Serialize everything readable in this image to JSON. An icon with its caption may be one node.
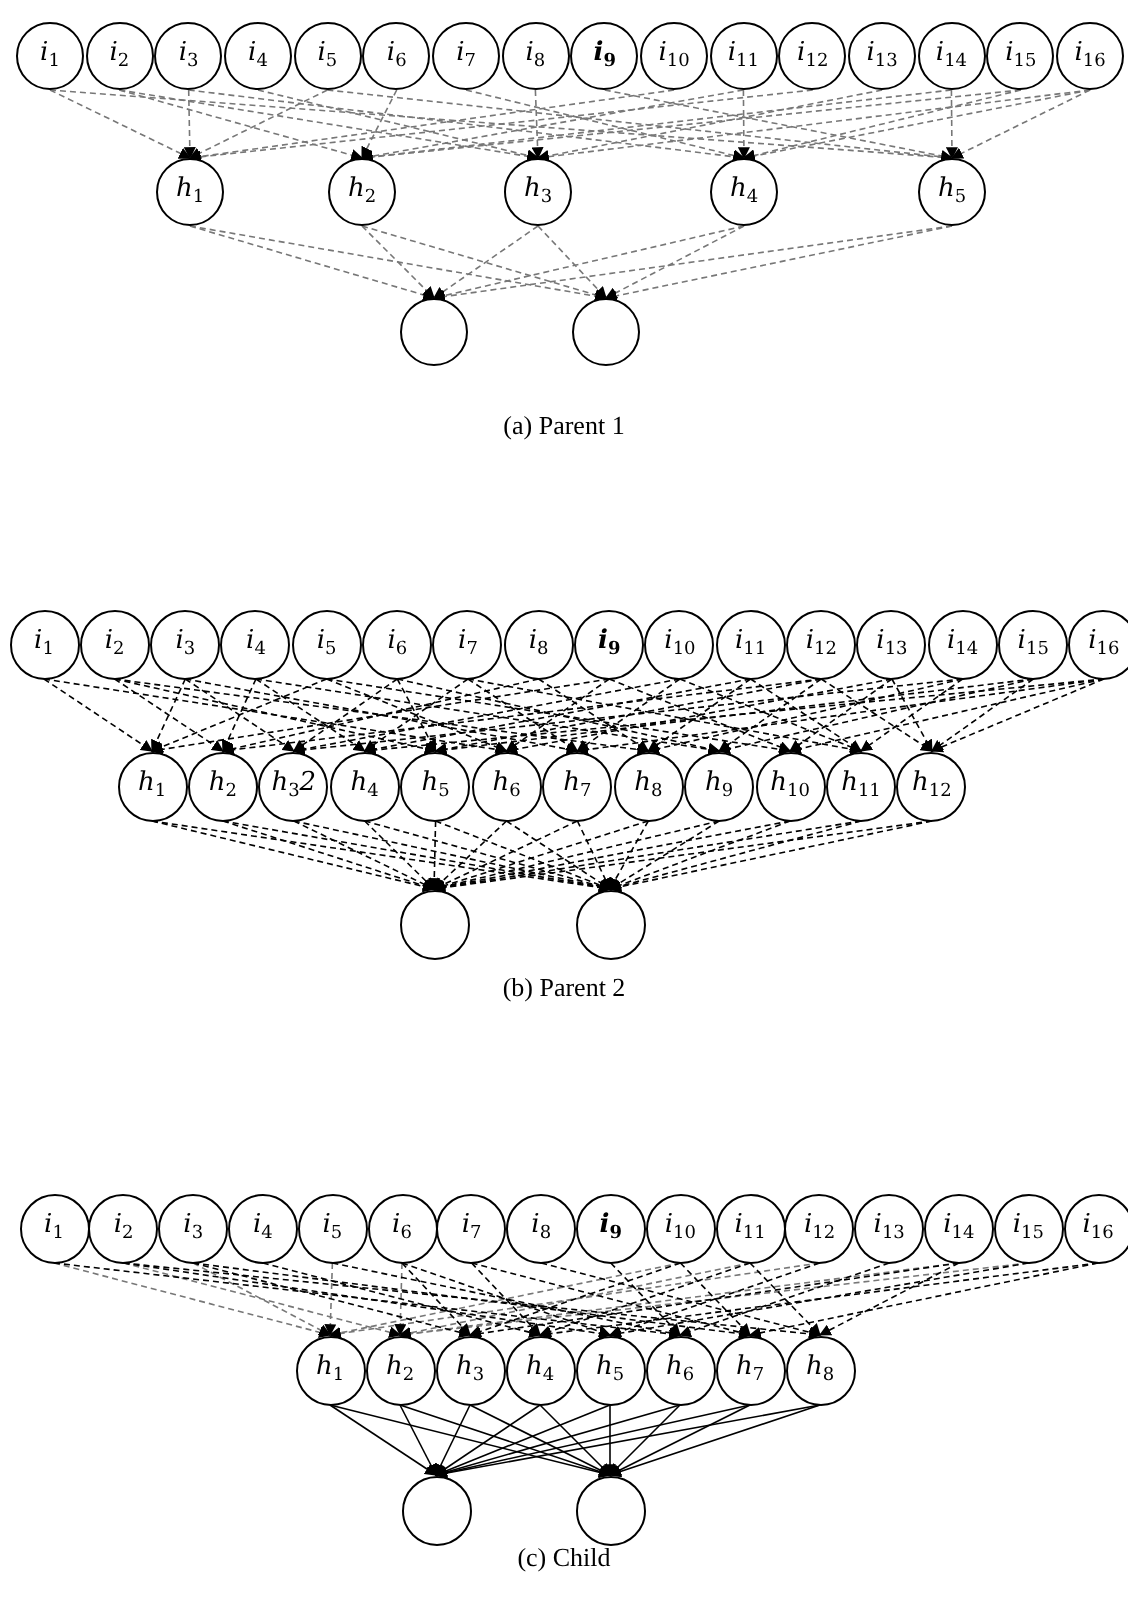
{
  "diagram": {
    "nodes": [
      {
        "text": [
          "i$_{1}$"
        ]
      },
      {
        "text": [
          "i$_{2}$"
        ]
      },
      {
        "text": [
          "i$_{3}$"
        ]
      },
      {
        "text": [
          "i$_{4}$"
        ]
      },
      {
        "text": [
          "i$_{5}$"
        ]
      },
      {
        "text": [
          "i$_{6}$"
        ]
      },
      {
        "text": [
          "i$_{7}$"
        ]
      },
      {
        "text": [
          "i$_{8}$"
        ]
      },
      {
        "text": [
          "**i$_{9}$**"
        ]
      },
      {
        "text": [
          "i$_{10}$"
        ]
      },
      {
        "text": [
          "i$_{11}$"
        ]
      },
      {
        "text": [
          "i$_{12}$"
        ]
      },
      {
        "text": [
          "i$_{13}$"
        ]
      },
      {
        "text": [
          "i$_{14}$"
        ]
      },
      {
        "text": [
          "i$_{15}$"
        ]
      },
      {
        "text": [
          "i$_{16}$"
        ]
      },
      {
        "text": [
          "h$_{1}$"
        ]
      },
      {
        "text": [
          "h$_{2}$"
        ]
      },
      {
        "text": [
          "h$_{3}$"
        ]
      },
      {
        "text": [
          "h$_{4}$"
        ]
      },
      {
        "text": [
          "h$_{5}$"
        ]
      },
      {
        "text": [],
        "shape": "circle"
      },
      {
        "text": [],
        "shape": "circle"
      },
      {
        "text": [
          "i$_{1}$"
        ]
      },
      {
        "text": [
          "i$_{2}$"
        ]
      },
      {
        "text": [
          "i$_{3}$"
        ]
      },
      {
        "text": [
          "i$_{4}$"
        ]
      },
      {
        "text": [
          "i$_{5}$"
        ]
      },
      {
        "text": [
          "i$_{6}$"
        ]
      },
      {
        "text": [
          "i$_{7}$"
        ]
      },
      {
        "text": [
          "i$_{8}$"
        ]
      },
      {
        "text": [
          "**i$_{9}$**"
        ]
      },
      {
        "text": [
          "i$_{10}$"
        ]
      },
      {
        "text": [
          "i$_{11}$"
        ]
      },
      {
        "text": [
          "i$_{12}$"
        ]
      },
      {
        "text": [
          "i$_{13}$"
        ]
      },
      {
        "text": [
          "i$_{14}$"
        ]
      },
      {
        "text": [
          "i$_{15}$"
        ]
      },
      {
        "text": [
          "i$_{16}$"
        ]
      },
      {
        "text": [
          "h$_{1}$"
        ]
      },
      {
        "text": [
          "h$_{2}$"
        ]
      },
      {
        "text": [
          "h$_{3}$2"
        ]
      },
      {
        "text": [
          "h$_{4}$"
        ]
      },
      {
        "text": [
          "h$_{5}$"
        ]
      },
      {
        "text": [
          "h$_{6}$"
        ]
      },
      {
        "text": [
          "h$_{7}$"
        ]
      },
      {
        "text": [
          "h$_{8}$"
        ]
      },
      {
        "text": [
          "h$_{9}$"
        ]
      },
      {
        "text": [
          "h$_{10}$"
        ]
      },
      {
        "text": [
          "h$_{11}$"
        ]
      },
      {
        "text": [
          "h$_{12}$"
        ]
      },
      {
        "text": [],
        "shape": "circle"
      },
      {
        "text": [],
        "shape": "circle"
      },
      {
        "text": [
          "i$_{1}$"
        ]
      },
      {
        "text": [
          "i$_{2}$"
        ]
      },
      {
        "text": [
          "i$_{3}$"
        ]
      },
      {
        "text": [
          "i$_{4}$"
        ]
      },
      {
        "text": [
          "i$_{5}$"
        ]
      },
      {
        "text": [
          "i$_{6}$"
        ]
      },
      {
        "text": [
          "i$_{7}$"
        ]
      },
      {
        "text": [
          "i$_{8}$"
        ]
      },
      {
        "text": [
          "**i$_{9}$**"
        ]
      },
      {
        "text": [
          "i$_{10}$"
        ]
      },
      {
        "text": [
          "i$_{11}$"
        ]
      },
      {
        "text": [
          "i$_{12}$"
        ]
      },
      {
        "text": [
          "i$_{13}$"
        ]
      },
      {
        "text": [
          "i$_{14}$"
        ]
      },
      {
        "text": [
          "i$_{15}$"
        ]
      },
      {
        "text": [
          "i$_{16}$"
        ]
      },
      {
        "text": [
          "h$_{1}$"
        ]
      },
      {
        "text": [
          "h$_{2}$"
        ]
      },
      {
        "text": [
          "h$_{3}$"
        ]
      },
      {
        "text": [
          "h$_{4}$"
        ]
      },
      {
        "text": [
          "h$_{5}$"
        ]
      },
      {
        "text": [
          "h$_{6}$"
        ]
      },
      {
        "text": [
          "h$_{7}$"
        ]
      },
      {
        "text": [
          "h$_{8}$"
        ]
      },
      {
        "text": [],
        "shape": "circle"
      },
      {
        "text": [],
        "shape": "circle"
      }
    ],
    "edges": [
      {
        "from": 0,
        "to": 16,
        "arrow": "to",
        "style": "dashed",
        "color": "#777777"
      },
      {
        "from": 2,
        "to": 16,
        "arrow": "to",
        "style": "dashed",
        "color": "#777777"
      },
      {
        "from": 4,
        "to": 16,
        "arrow": "to",
        "style": "dashed",
        "color": "#777777"
      },
      {
        "from": 9,
        "to": 16,
        "arrow": "to",
        "style": "dashed",
        "color": "#777777"
      },
      {
        "from": 11,
        "to": 16,
        "arrow": "to",
        "style": "dashed",
        "color": "#777777"
      },
      {
        "from": 1,
        "to": 17,
        "arrow": "to",
        "style": "dashed",
        "color": "#777777"
      },
      {
        "from": 5,
        "to": 17,
        "arrow": "to",
        "style": "dashed",
        "color": "#777777"
      },
      {
        "from": 10,
        "to": 17,
        "arrow": "to",
        "style": "dashed",
        "color": "#777777"
      },
      {
        "from": 13,
        "to": 17,
        "arrow": "to",
        "style": "dashed",
        "color": "#777777"
      },
      {
        "from": 14,
        "to": 17,
        "arrow": "to",
        "style": "dashed",
        "color": "#777777"
      },
      {
        "from": 1,
        "to": 18,
        "arrow": "to",
        "style": "dashed",
        "color": "#777777"
      },
      {
        "from": 3,
        "to": 18,
        "arrow": "to",
        "style": "dashed",
        "color": "#777777"
      },
      {
        "from": 7,
        "to": 18,
        "arrow": "to",
        "style": "dashed",
        "color": "#777777"
      },
      {
        "from": 12,
        "to": 18,
        "arrow": "to",
        "style": "dashed",
        "color": "#777777"
      },
      {
        "from": 15,
        "to": 18,
        "arrow": "to",
        "style": "dashed",
        "color": "#777777"
      },
      {
        "from": 2,
        "to": 19,
        "arrow": "to",
        "style": "dashed",
        "color": "#777777"
      },
      {
        "from": 6,
        "to": 19,
        "arrow": "to",
        "style": "dashed",
        "color": "#777777"
      },
      {
        "from": 10,
        "to": 19,
        "arrow": "to",
        "style": "dashed",
        "color": "#777777"
      },
      {
        "from": 14,
        "to": 19,
        "arrow": "to",
        "style": "dashed",
        "color": "#777777"
      },
      {
        "from": 15,
        "to": 19,
        "arrow": "to",
        "style": "dashed",
        "color": "#777777"
      },
      {
        "from": 0,
        "to": 20,
        "arrow": "to",
        "style": "dashed",
        "color": "#777777"
      },
      {
        "from": 4,
        "to": 20,
        "arrow": "to",
        "style": "dashed",
        "color": "#777777"
      },
      {
        "from": 8,
        "to": 20,
        "arrow": "to",
        "style": "dashed",
        "color": "#777777"
      },
      {
        "from": 13,
        "to": 20,
        "arrow": "to",
        "style": "dashed",
        "color": "#777777"
      },
      {
        "from": 15,
        "to": 20,
        "arrow": "to",
        "style": "dashed",
        "color": "#777777"
      },
      {
        "from": 16,
        "to": 21,
        "arrow": "to",
        "style": "dashed",
        "color": "#777777"
      },
      {
        "from": 16,
        "to": 22,
        "arrow": "to",
        "style": "dashed",
        "color": "#777777"
      },
      {
        "from": 17,
        "to": 21,
        "arrow": "to",
        "style": "dashed",
        "color": "#777777"
      },
      {
        "from": 17,
        "to": 22,
        "arrow": "to",
        "style": "dashed",
        "color": "#777777"
      },
      {
        "from": 18,
        "to": 21,
        "arrow": "to",
        "style": "dashed",
        "color": "#777777"
      },
      {
        "from": 18,
        "to": 22,
        "arrow": "to",
        "style": "dashed",
        "color": "#777777"
      },
      {
        "from": 19,
        "to": 21,
        "arrow": "to",
        "style": "dashed",
        "color": "#777777"
      },
      {
        "from": 19,
        "to": 22,
        "arrow": "to",
        "style": "dashed",
        "color": "#777777"
      },
      {
        "from": 20,
        "to": 21,
        "arrow": "to",
        "style": "dashed",
        "color": "#777777"
      },
      {
        "from": 20,
        "to": 22,
        "arrow": "to",
        "style": "dashed",
        "color": "#777777"
      },
      {
        "from": 23,
        "to": 39,
        "arrow": "to",
        "style": "dashed"
      },
      {
        "from": 25,
        "to": 39,
        "arrow": "to",
        "style": "dashed"
      },
      {
        "from": 27,
        "to": 39,
        "arrow": "to",
        "style": "dashed"
      },
      {
        "from": 31,
        "to": 39,
        "arrow": "to",
        "style": "dashed"
      },
      {
        "from": 24,
        "to": 40,
        "arrow": "to",
        "style": "dashed"
      },
      {
        "from": 26,
        "to": 40,
        "arrow": "to",
        "style": "dashed"
      },
      {
        "from": 30,
        "to": 40,
        "arrow": "to",
        "style": "dashed"
      },
      {
        "from": 34,
        "to": 40,
        "arrow": "to",
        "style": "dashed"
      },
      {
        "from": 25,
        "to": 41,
        "arrow": "to",
        "style": "dashed"
      },
      {
        "from": 28,
        "to": 41,
        "arrow": "to",
        "style": "dashed"
      },
      {
        "from": 32,
        "to": 41,
        "arrow": "to",
        "style": "dashed"
      },
      {
        "from": 36,
        "to": 41,
        "arrow": "to",
        "style": "dashed"
      },
      {
        "from": 26,
        "to": 42,
        "arrow": "to",
        "style": "dashed"
      },
      {
        "from": 29,
        "to": 42,
        "arrow": "to",
        "style": "dashed"
      },
      {
        "from": 33,
        "to": 42,
        "arrow": "to",
        "style": "dashed"
      },
      {
        "from": 38,
        "to": 42,
        "arrow": "to",
        "style": "dashed"
      },
      {
        "from": 24,
        "to": 43,
        "arrow": "to",
        "style": "dashed"
      },
      {
        "from": 28,
        "to": 43,
        "arrow": "to",
        "style": "dashed"
      },
      {
        "from": 34,
        "to": 43,
        "arrow": "to",
        "style": "dashed"
      },
      {
        "from": 37,
        "to": 43,
        "arrow": "to",
        "style": "dashed"
      },
      {
        "from": 23,
        "to": 44,
        "arrow": "to",
        "style": "dashed"
      },
      {
        "from": 27,
        "to": 44,
        "arrow": "to",
        "style": "dashed"
      },
      {
        "from": 31,
        "to": 44,
        "arrow": "to",
        "style": "dashed"
      },
      {
        "from": 35,
        "to": 44,
        "arrow": "to",
        "style": "dashed"
      },
      {
        "from": 25,
        "to": 45,
        "arrow": "to",
        "style": "dashed"
      },
      {
        "from": 29,
        "to": 45,
        "arrow": "to",
        "style": "dashed"
      },
      {
        "from": 32,
        "to": 45,
        "arrow": "to",
        "style": "dashed"
      },
      {
        "from": 38,
        "to": 45,
        "arrow": "to",
        "style": "dashed"
      },
      {
        "from": 24,
        "to": 46,
        "arrow": "to",
        "style": "dashed"
      },
      {
        "from": 30,
        "to": 46,
        "arrow": "to",
        "style": "dashed"
      },
      {
        "from": 33,
        "to": 46,
        "arrow": "to",
        "style": "dashed"
      },
      {
        "from": 36,
        "to": 46,
        "arrow": "to",
        "style": "dashed"
      },
      {
        "from": 26,
        "to": 47,
        "arrow": "to",
        "style": "dashed"
      },
      {
        "from": 28,
        "to": 47,
        "arrow": "to",
        "style": "dashed"
      },
      {
        "from": 34,
        "to": 47,
        "arrow": "to",
        "style": "dashed"
      },
      {
        "from": 37,
        "to": 47,
        "arrow": "to",
        "style": "dashed"
      },
      {
        "from": 27,
        "to": 48,
        "arrow": "to",
        "style": "dashed"
      },
      {
        "from": 31,
        "to": 48,
        "arrow": "to",
        "style": "dashed"
      },
      {
        "from": 35,
        "to": 48,
        "arrow": "to",
        "style": "dashed"
      },
      {
        "from": 38,
        "to": 48,
        "arrow": "to",
        "style": "dashed"
      },
      {
        "from": 29,
        "to": 49,
        "arrow": "to",
        "style": "dashed"
      },
      {
        "from": 32,
        "to": 49,
        "arrow": "to",
        "style": "dashed"
      },
      {
        "from": 33,
        "to": 49,
        "arrow": "to",
        "style": "dashed"
      },
      {
        "from": 36,
        "to": 49,
        "arrow": "to",
        "style": "dashed"
      },
      {
        "from": 34,
        "to": 50,
        "arrow": "to",
        "style": "dashed"
      },
      {
        "from": 35,
        "to": 50,
        "arrow": "to",
        "style": "dashed"
      },
      {
        "from": 37,
        "to": 50,
        "arrow": "to",
        "style": "dashed"
      },
      {
        "from": 38,
        "to": 50,
        "arrow": "to",
        "style": "dashed"
      },
      {
        "from": 39,
        "to": 51,
        "arrow": "to",
        "style": "dashed"
      },
      {
        "from": 39,
        "to": 52,
        "arrow": "to",
        "style": "dashed"
      },
      {
        "from": 40,
        "to": 51,
        "arrow": "to",
        "style": "dashed"
      },
      {
        "from": 40,
        "to": 52,
        "arrow": "to",
        "style": "dashed"
      },
      {
        "from": 41,
        "to": 51,
        "arrow": "to",
        "style": "dashed"
      },
      {
        "from": 41,
        "to": 52,
        "arrow": "to",
        "style": "dashed"
      },
      {
        "from": 42,
        "to": 51,
        "arrow": "to",
        "style": "dashed"
      },
      {
        "from": 42,
        "to": 52,
        "arrow": "to",
        "style": "dashed"
      },
      {
        "from": 43,
        "to": 51,
        "arrow": "to",
        "style": "dashed"
      },
      {
        "from": 43,
        "to": 52,
        "arrow": "to",
        "style": "dashed"
      },
      {
        "from": 44,
        "to": 51,
        "arrow": "to",
        "style": "dashed"
      },
      {
        "from": 44,
        "to": 52,
        "arrow": "to",
        "style": "dashed"
      },
      {
        "from": 45,
        "to": 51,
        "arrow": "to",
        "style": "dashed"
      },
      {
        "from": 45,
        "to": 52,
        "arrow": "to",
        "style": "dashed"
      },
      {
        "from": 46,
        "to": 51,
        "arrow": "to",
        "style": "dashed"
      },
      {
        "from": 46,
        "to": 52,
        "arrow": "to",
        "style": "dashed"
      },
      {
        "from": 47,
        "to": 51,
        "arrow": "to",
        "style": "dashed"
      },
      {
        "from": 47,
        "to": 52,
        "arrow": "to",
        "style": "dashed"
      },
      {
        "from": 48,
        "to": 51,
        "arrow": "to",
        "style": "dashed"
      },
      {
        "from": 48,
        "to": 52,
        "arrow": "to",
        "style": "dashed"
      },
      {
        "from": 49,
        "to": 51,
        "arrow": "to",
        "style": "dashed"
      },
      {
        "from": 49,
        "to": 52,
        "arrow": "to",
        "style": "dashed"
      },
      {
        "from": 50,
        "to": 51,
        "arrow": "to",
        "style": "dashed"
      },
      {
        "from": 50,
        "to": 52,
        "arrow": "to",
        "style": "dashed"
      },
      {
        "from": 53,
        "to": 69,
        "arrow": "to",
        "style": "dashed",
        "color": "#777777"
      },
      {
        "from": 55,
        "to": 69,
        "arrow": "to",
        "style": "dashed",
        "color": "#777777"
      },
      {
        "from": 57,
        "to": 69,
        "arrow": "to",
        "style": "dashed",
        "color": "#777777"
      },
      {
        "from": 62,
        "to": 69,
        "arrow": "to",
        "style": "dashed",
        "color": "#777777"
      },
      {
        "from": 64,
        "to": 69,
        "arrow": "to",
        "style": "dashed",
        "color": "#777777"
      },
      {
        "from": 54,
        "to": 70,
        "arrow": "to",
        "style": "dashed",
        "color": "#777777"
      },
      {
        "from": 58,
        "to": 70,
        "arrow": "to",
        "style": "dashed",
        "color": "#777777"
      },
      {
        "from": 63,
        "to": 70,
        "arrow": "to",
        "style": "dashed",
        "color": "#777777"
      },
      {
        "from": 66,
        "to": 70,
        "arrow": "to",
        "style": "dashed",
        "color": "#777777"
      },
      {
        "from": 67,
        "to": 70,
        "arrow": "to",
        "style": "dashed",
        "color": "#777777"
      },
      {
        "from": 55,
        "to": 71,
        "arrow": "to",
        "style": "dashed"
      },
      {
        "from": 58,
        "to": 71,
        "arrow": "to",
        "style": "dashed"
      },
      {
        "from": 62,
        "to": 71,
        "arrow": "to",
        "style": "dashed"
      },
      {
        "from": 66,
        "to": 71,
        "arrow": "to",
        "style": "dashed"
      },
      {
        "from": 56,
        "to": 72,
        "arrow": "to",
        "style": "dashed"
      },
      {
        "from": 59,
        "to": 72,
        "arrow": "to",
        "style": "dashed"
      },
      {
        "from": 63,
        "to": 72,
        "arrow": "to",
        "style": "dashed"
      },
      {
        "from": 68,
        "to": 72,
        "arrow": "to",
        "style": "dashed"
      },
      {
        "from": 54,
        "to": 73,
        "arrow": "to",
        "style": "dashed"
      },
      {
        "from": 58,
        "to": 73,
        "arrow": "to",
        "style": "dashed"
      },
      {
        "from": 64,
        "to": 73,
        "arrow": "to",
        "style": "dashed"
      },
      {
        "from": 67,
        "to": 73,
        "arrow": "to",
        "style": "dashed"
      },
      {
        "from": 53,
        "to": 74,
        "arrow": "to",
        "style": "dashed"
      },
      {
        "from": 57,
        "to": 74,
        "arrow": "to",
        "style": "dashed"
      },
      {
        "from": 61,
        "to": 74,
        "arrow": "to",
        "style": "dashed"
      },
      {
        "from": 65,
        "to": 74,
        "arrow": "to",
        "style": "dashed"
      },
      {
        "from": 55,
        "to": 75,
        "arrow": "to",
        "style": "dashed"
      },
      {
        "from": 59,
        "to": 75,
        "arrow": "to",
        "style": "dashed"
      },
      {
        "from": 62,
        "to": 75,
        "arrow": "to",
        "style": "dashed"
      },
      {
        "from": 68,
        "to": 75,
        "arrow": "to",
        "style": "dashed"
      },
      {
        "from": 54,
        "to": 76,
        "arrow": "to",
        "style": "dashed"
      },
      {
        "from": 60,
        "to": 76,
        "arrow": "to",
        "style": "dashed"
      },
      {
        "from": 63,
        "to": 76,
        "arrow": "to",
        "style": "dashed"
      },
      {
        "from": 66,
        "to": 76,
        "arrow": "to",
        "style": "dashed"
      },
      {
        "from": 69,
        "to": 77,
        "arrow": "to"
      },
      {
        "from": 69,
        "to": 78,
        "arrow": "to"
      },
      {
        "from": 70,
        "to": 77,
        "arrow": "to"
      },
      {
        "from": 70,
        "to": 78,
        "arrow": "to"
      },
      {
        "from": 71,
        "to": 77,
        "arrow": "to"
      },
      {
        "from": 71,
        "to": 78,
        "arrow": "to"
      },
      {
        "from": 72,
        "to": 77,
        "arrow": "to"
      },
      {
        "from": 72,
        "to": 78,
        "arrow": "to"
      },
      {
        "from": 73,
        "to": 77,
        "arrow": "to"
      },
      {
        "from": 73,
        "to": 78,
        "arrow": "to"
      },
      {
        "from": 74,
        "to": 77,
        "arrow": "to"
      },
      {
        "from": 74,
        "to": 78,
        "arrow": "to"
      },
      {
        "from": 75,
        "to": 77,
        "arrow": "to"
      },
      {
        "from": 75,
        "to": 78,
        "arrow": "to"
      },
      {
        "from": 76,
        "to": 77,
        "arrow": "to"
      },
      {
        "from": 76,
        "to": 78,
        "arrow": "to"
      }
    ],
    "labels": [
      "(a) Parent 1",
      "(b) Parent 2",
      "(c) Child"
    ]
  }
}
